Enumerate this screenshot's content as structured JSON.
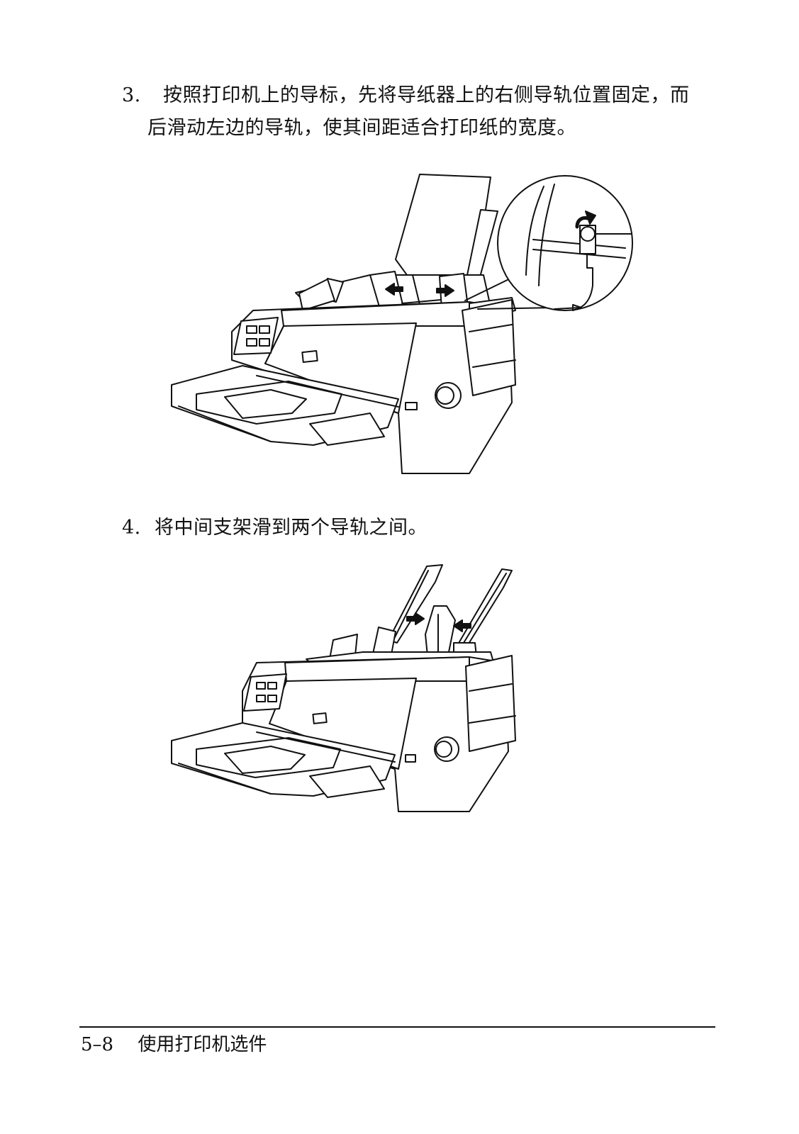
{
  "step3": {
    "number": "3.",
    "line1": "按照打印机上的导标，先将导纸器上的右侧导轨位置固定，而",
    "line2": "后滑动左边的导轨，使其间距适合打印纸的宽度。"
  },
  "step4": {
    "number": "4.",
    "text": "将中间支架滑到两个导轨之间。"
  },
  "footer": {
    "page_number": "5–8",
    "section_title": "使用打印机选件"
  }
}
